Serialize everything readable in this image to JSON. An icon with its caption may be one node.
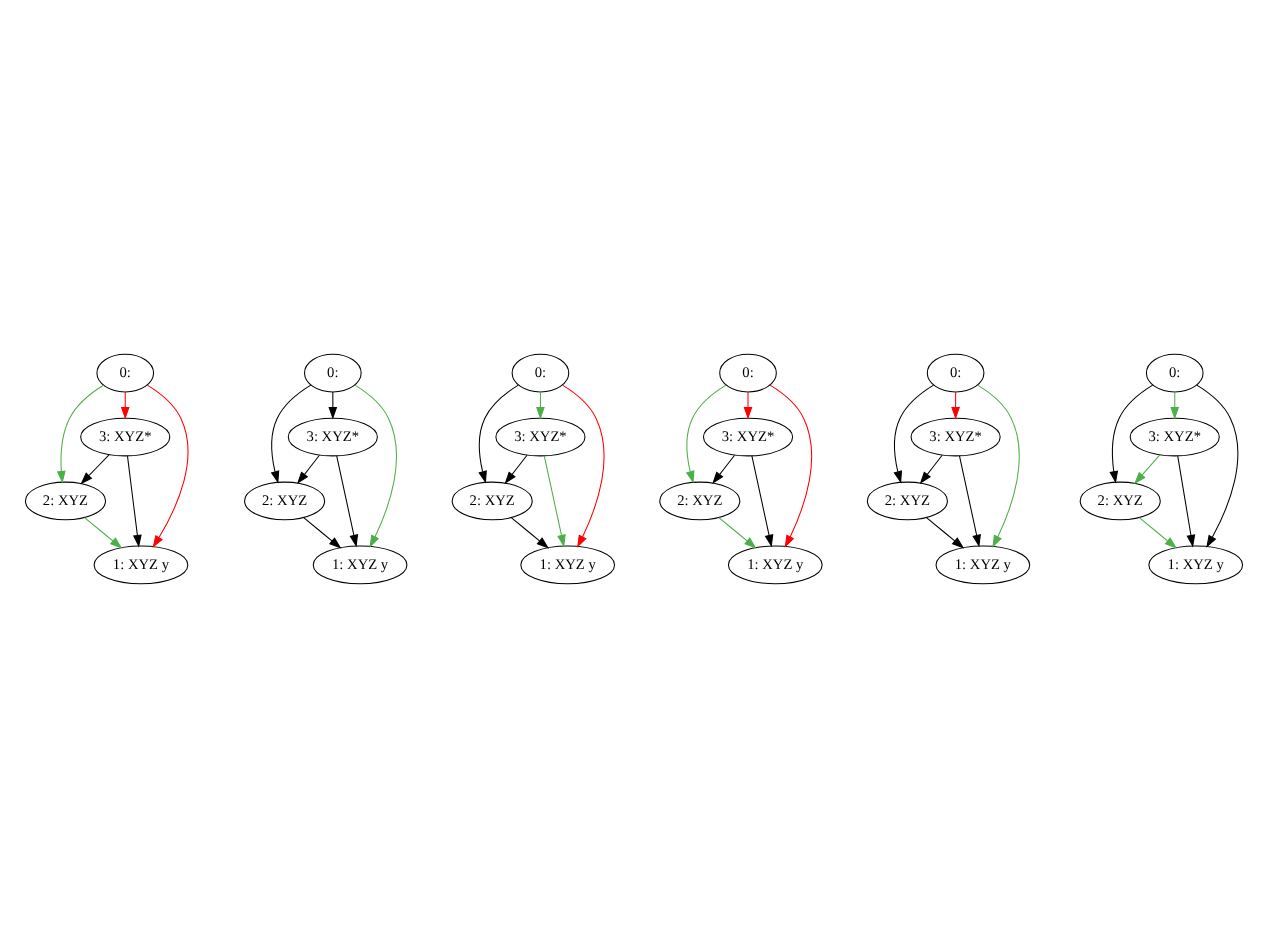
{
  "diagram": {
    "nodes": [
      {
        "text": [
          "0:"
        ]
      },
      {
        "text": [
          "3: XYZ*"
        ]
      },
      {
        "text": [
          "2: XYZ"
        ]
      },
      {
        "text": [
          "1: XYZ y"
        ]
      },
      {
        "text": [
          "0:"
        ]
      },
      {
        "text": [
          "3: XYZ*"
        ]
      },
      {
        "text": [
          "2: XYZ"
        ]
      },
      {
        "text": [
          "1: XYZ y"
        ]
      },
      {
        "text": [
          "0:"
        ]
      },
      {
        "text": [
          "3: XYZ*"
        ]
      },
      {
        "text": [
          "2: XYZ"
        ]
      },
      {
        "text": [
          "1: XYZ y"
        ]
      },
      {
        "text": [
          "0:"
        ]
      },
      {
        "text": [
          "3: XYZ*"
        ]
      },
      {
        "text": [
          "2: XYZ"
        ]
      },
      {
        "text": [
          "1: XYZ y"
        ]
      },
      {
        "text": [
          "0:"
        ]
      },
      {
        "text": [
          "3: XYZ*"
        ]
      },
      {
        "text": [
          "2: XYZ"
        ]
      },
      {
        "text": [
          "1: XYZ y"
        ]
      },
      {
        "text": [
          "0:"
        ]
      },
      {
        "text": [
          "3: XYZ*"
        ]
      },
      {
        "text": [
          "2: XYZ"
        ]
      },
      {
        "text": [
          "1: XYZ y"
        ]
      }
    ],
    "edges": [
      {
        "from": 0,
        "to": 1,
        "arrow": "to",
        "color": "#ff0000"
      },
      {
        "from": 0,
        "to": 2,
        "arrow": "to",
        "color": "#4daf4a"
      },
      {
        "from": 0,
        "to": 3,
        "arrow": "to",
        "color": "#ff0000"
      },
      {
        "from": 1,
        "to": 2,
        "arrow": "to"
      },
      {
        "from": 1,
        "to": 3,
        "arrow": "to"
      },
      {
        "from": 2,
        "to": 3,
        "arrow": "to",
        "color": "#4daf4a"
      },
      {
        "from": 4,
        "to": 5,
        "arrow": "to"
      },
      {
        "from": 4,
        "to": 6,
        "arrow": "to"
      },
      {
        "from": 4,
        "to": 7,
        "arrow": "to",
        "color": "#4daf4a"
      },
      {
        "from": 5,
        "to": 6,
        "arrow": "to"
      },
      {
        "from": 5,
        "to": 7,
        "arrow": "to"
      },
      {
        "from": 6,
        "to": 7,
        "arrow": "to"
      },
      {
        "from": 8,
        "to": 9,
        "arrow": "to",
        "color": "#4daf4a"
      },
      {
        "from": 8,
        "to": 10,
        "arrow": "to"
      },
      {
        "from": 8,
        "to": 11,
        "arrow": "to",
        "color": "#ff0000"
      },
      {
        "from": 9,
        "to": 10,
        "arrow": "to"
      },
      {
        "from": 9,
        "to": 11,
        "arrow": "to",
        "color": "#4daf4a"
      },
      {
        "from": 10,
        "to": 11,
        "arrow": "to"
      },
      {
        "from": 12,
        "to": 13,
        "arrow": "to",
        "color": "#ff0000"
      },
      {
        "from": 12,
        "to": 14,
        "arrow": "to",
        "color": "#4daf4a"
      },
      {
        "from": 12,
        "to": 15,
        "arrow": "to",
        "color": "#ff0000"
      },
      {
        "from": 13,
        "to": 14,
        "arrow": "to"
      },
      {
        "from": 13,
        "to": 15,
        "arrow": "to"
      },
      {
        "from": 14,
        "to": 15,
        "arrow": "to",
        "color": "#4daf4a"
      },
      {
        "from": 16,
        "to": 17,
        "arrow": "to",
        "color": "#ff0000"
      },
      {
        "from": 16,
        "to": 18,
        "arrow": "to"
      },
      {
        "from": 16,
        "to": 19,
        "arrow": "to",
        "color": "#4daf4a"
      },
      {
        "from": 17,
        "to": 18,
        "arrow": "to"
      },
      {
        "from": 17,
        "to": 19,
        "arrow": "to"
      },
      {
        "from": 18,
        "to": 19,
        "arrow": "to"
      },
      {
        "from": 20,
        "to": 21,
        "arrow": "to",
        "color": "#4daf4a"
      },
      {
        "from": 20,
        "to": 22,
        "arrow": "to"
      },
      {
        "from": 20,
        "to": 23,
        "arrow": "to"
      },
      {
        "from": 21,
        "to": 22,
        "arrow": "to",
        "color": "#4daf4a"
      },
      {
        "from": 21,
        "to": 23,
        "arrow": "to"
      },
      {
        "from": 22,
        "to": 23,
        "arrow": "to",
        "color": "#4daf4a"
      }
    ]
  }
}
